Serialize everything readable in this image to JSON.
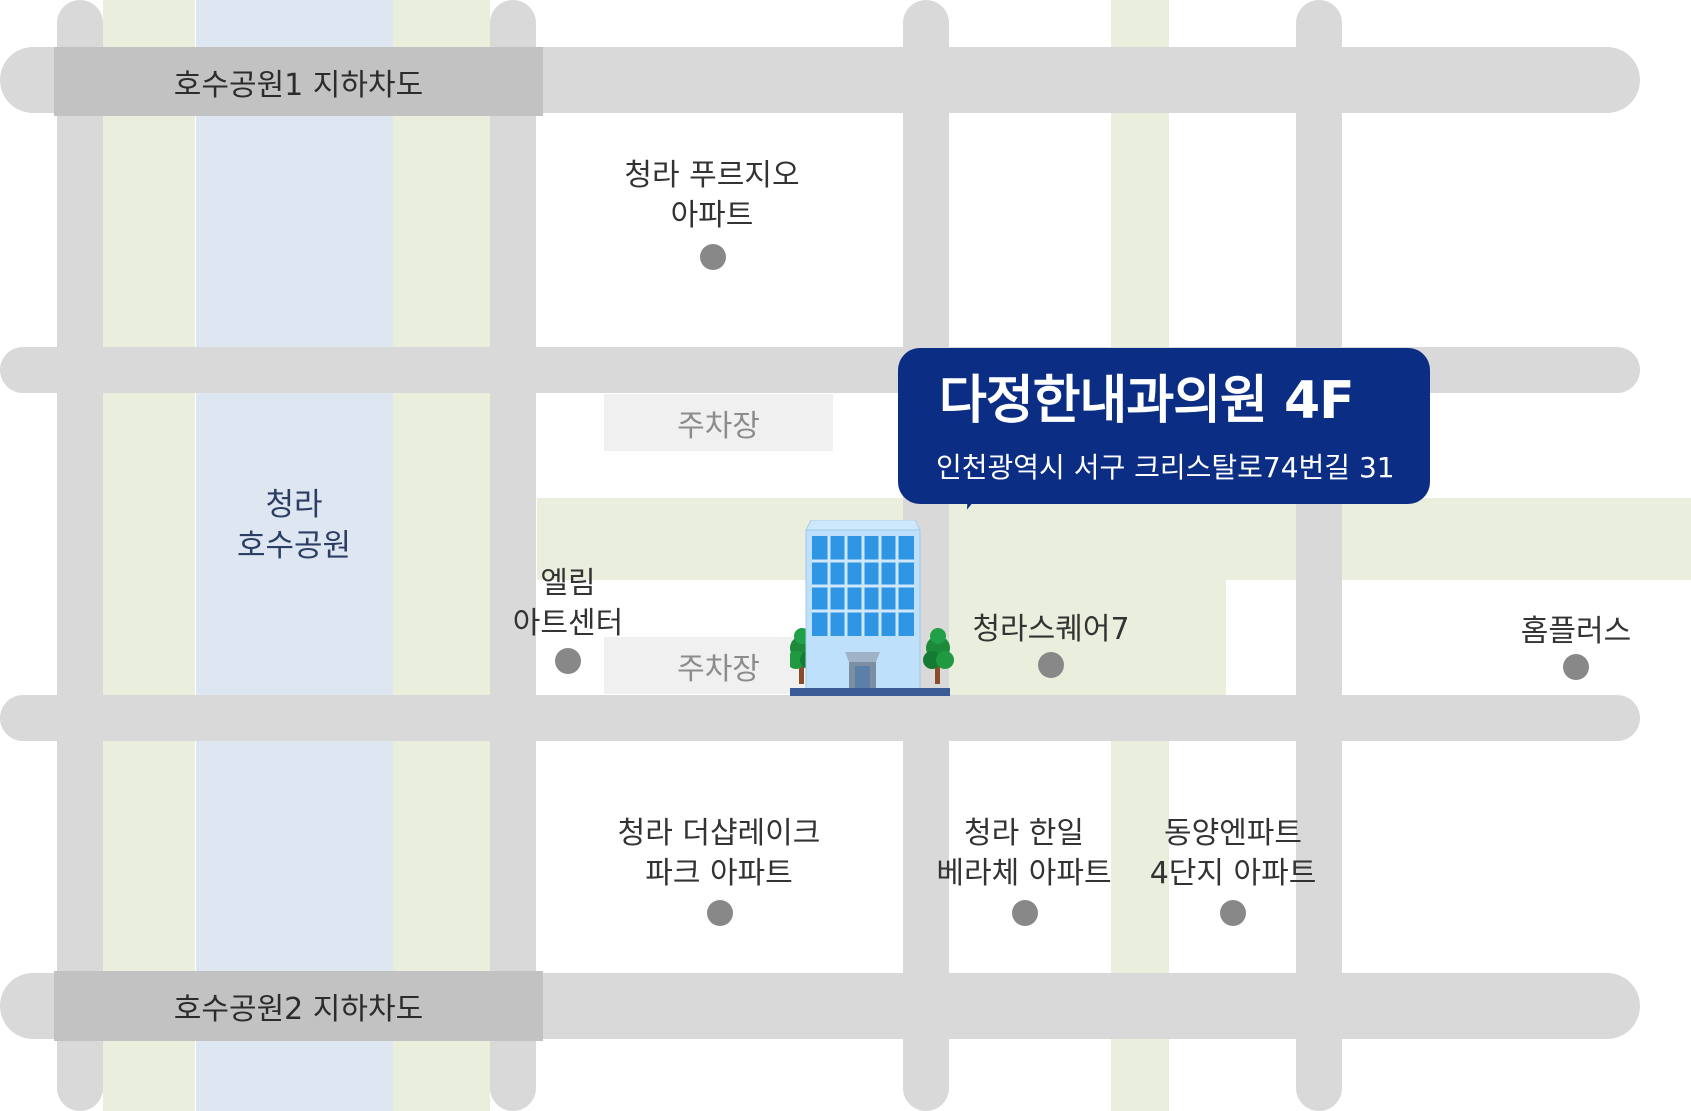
{
  "map": {
    "colors": {
      "road": "#d9d9d9",
      "tunnel": "#c2c2c2",
      "green": "#e9eedd",
      "park": "#dde6f1",
      "parking": "#f0f0f0",
      "callout": "#0b2e84",
      "poi_dot": "#888888"
    },
    "tunnels": {
      "top": "호수공원1 지하차도",
      "bottom": "호수공원2 지하차도"
    },
    "park": {
      "line1": "청라",
      "line2": "호수공원"
    },
    "parking": {
      "upper": "주차장",
      "lower": "주차장"
    },
    "pois": {
      "prugio": {
        "line1": "청라 푸르지오",
        "line2": "아파트"
      },
      "ellim": {
        "line1": "엘림",
        "line2": "아트센터"
      },
      "square7": {
        "line1": "청라스퀘어7"
      },
      "homeplus": {
        "line1": "홈플러스"
      },
      "theshaplake": {
        "line1": "청라 더샵레이크",
        "line2": "파크 아파트"
      },
      "hanil": {
        "line1": "청라 한일",
        "line2": "베라체 아파트"
      },
      "dongyang": {
        "line1": "동양엔파트",
        "line2": "4단지 아파트"
      }
    },
    "destination": {
      "title": "다정한내과의원 4F",
      "address": "인천광역시 서구 크리스탈로74번길 31",
      "marker_icon": "building-icon"
    }
  }
}
